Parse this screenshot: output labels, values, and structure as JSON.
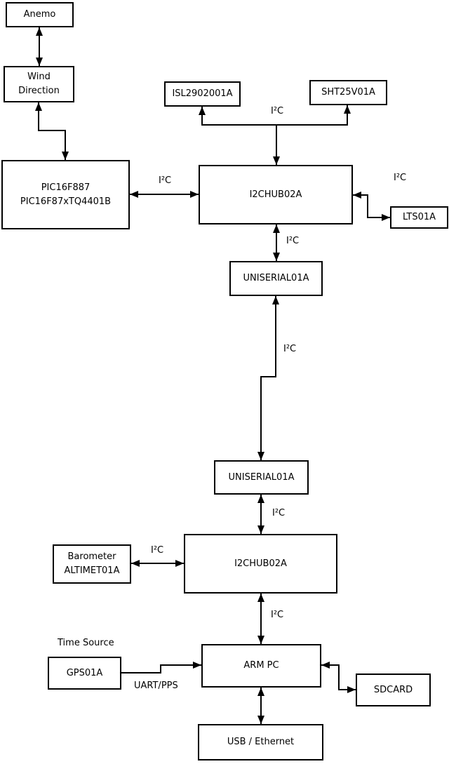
{
  "diagram_type": "hardware-block-diagram",
  "nodes": {
    "anemo": {
      "label": "Anemo"
    },
    "wind_direction": {
      "label": "Wind\nDirection"
    },
    "pic": {
      "label": "PIC16F887\nPIC16F87xTQ4401B"
    },
    "isl": {
      "label": "ISL2902001A"
    },
    "sht": {
      "label": "SHT25V01A"
    },
    "i2c_hub_top": {
      "label": "I2CHUB02A"
    },
    "lts": {
      "label": "LTS01A"
    },
    "uniserial_top": {
      "label": "UNISERIAL01A"
    },
    "uniserial_bottom": {
      "label": "UNISERIAL01A"
    },
    "i2c_hub_bottom": {
      "label": "I2CHUB02A"
    },
    "barometer": {
      "label": "Barometer\nALTIMET01A"
    },
    "arm_pc": {
      "label": "ARM PC"
    },
    "gps": {
      "label": "GPS01A"
    },
    "sdcard": {
      "label": "SDCARD"
    },
    "usb_ethernet": {
      "label": "USB / Ethernet"
    }
  },
  "edge_labels": {
    "i2c": "I²C",
    "uart_pps": "UART/PPS",
    "time_source": "Time Source"
  },
  "colors": {
    "line": "#000000",
    "box_border": "#000000",
    "box_fill": "#ffffff",
    "background": "#ffffff",
    "text": "#000000"
  }
}
